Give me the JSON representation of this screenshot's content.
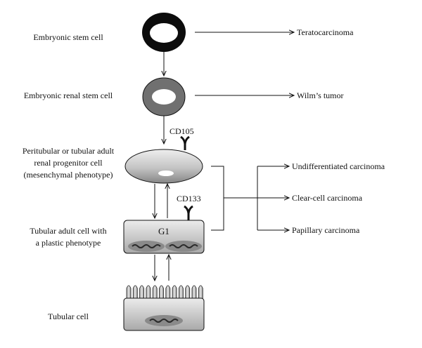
{
  "stages": {
    "embryonic_stem": "Embryonic stem cell",
    "embryonic_renal_stem": "Embryonic renal stem cell",
    "progenitor_line1": "Peritubular or tubular adult",
    "progenitor_line2": "renal progenitor cell",
    "progenitor_line3": "(mesenchymal phenotype)",
    "tubular_plastic_line1": "Tubular adult cell with",
    "tubular_plastic_line2": "a plastic phenotype",
    "tubular_cell": "Tubular cell"
  },
  "outcomes": {
    "teratocarcinoma": "Teratocarcinoma",
    "wilms_tumor": "Wilm’s tumor",
    "undifferentiated": "Undifferentiated carcinoma",
    "clear_cell": "Clear-cell carcinoma",
    "papillary": "Papillary carcinoma"
  },
  "markers": {
    "cd105": "CD105",
    "cd133": "CD133",
    "g1": "G1"
  },
  "colors": {
    "ink": "#111111",
    "ring_dark": "#0c0c0c",
    "ring_gray": "#707070",
    "cell_fill_light": "#e4e4e4",
    "cell_fill_dark": "#8a8a8a",
    "nucleus": "#888888"
  }
}
